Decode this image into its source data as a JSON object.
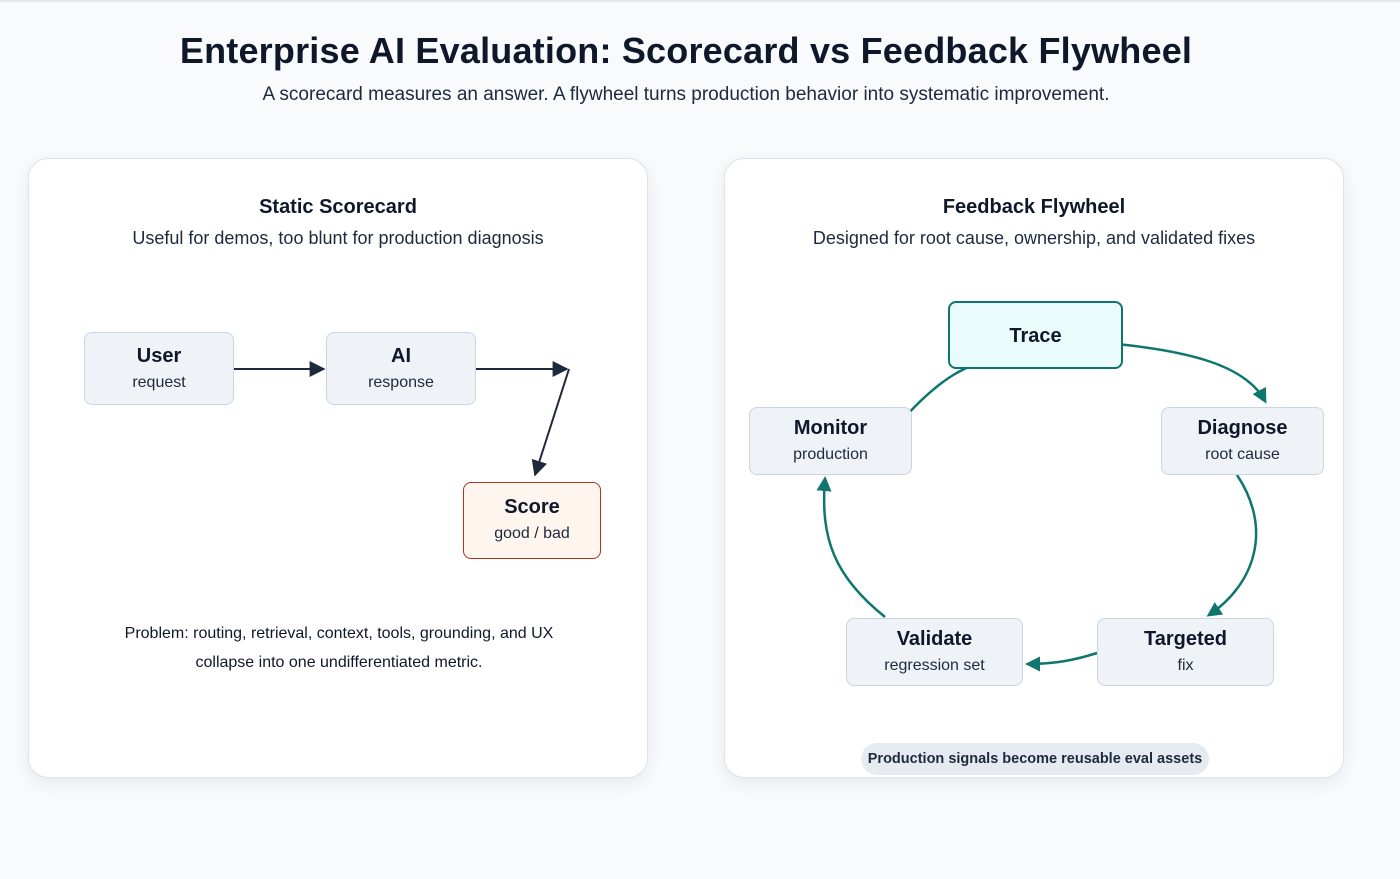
{
  "header": {
    "title": "Enterprise AI Evaluation: Scorecard vs Feedback Flywheel",
    "subtitle": "A scorecard measures an answer. A flywheel turns production behavior into systematic improvement."
  },
  "left_panel": {
    "title": "Static Scorecard",
    "subtitle": "Useful for demos, too blunt for production diagnosis",
    "nodes": [
      {
        "title": "User",
        "sub": "request"
      },
      {
        "title": "AI",
        "sub": "response"
      },
      {
        "title": "Score",
        "sub": "good / bad"
      }
    ],
    "problem_line1": "Problem: routing, retrieval, context, tools, grounding, and UX",
    "problem_line2": "collapse into one undifferentiated metric."
  },
  "right_panel": {
    "title": "Feedback Flywheel",
    "subtitle": "Designed for root cause, ownership, and validated fixes",
    "nodes": [
      {
        "title": "Trace",
        "sub": ""
      },
      {
        "title": "Diagnose",
        "sub": "root cause"
      },
      {
        "title": "Targeted",
        "sub": "fix"
      },
      {
        "title": "Validate",
        "sub": "regression set"
      },
      {
        "title": "Monitor",
        "sub": "production"
      }
    ],
    "footer_pill": "Production signals become reusable eval assets"
  },
  "colors": {
    "flow_arrow": "#1e293b",
    "flywheel_arrow": "#0f766e",
    "score_border": "#b3321c",
    "trace_fill": "#e9fbfa"
  }
}
